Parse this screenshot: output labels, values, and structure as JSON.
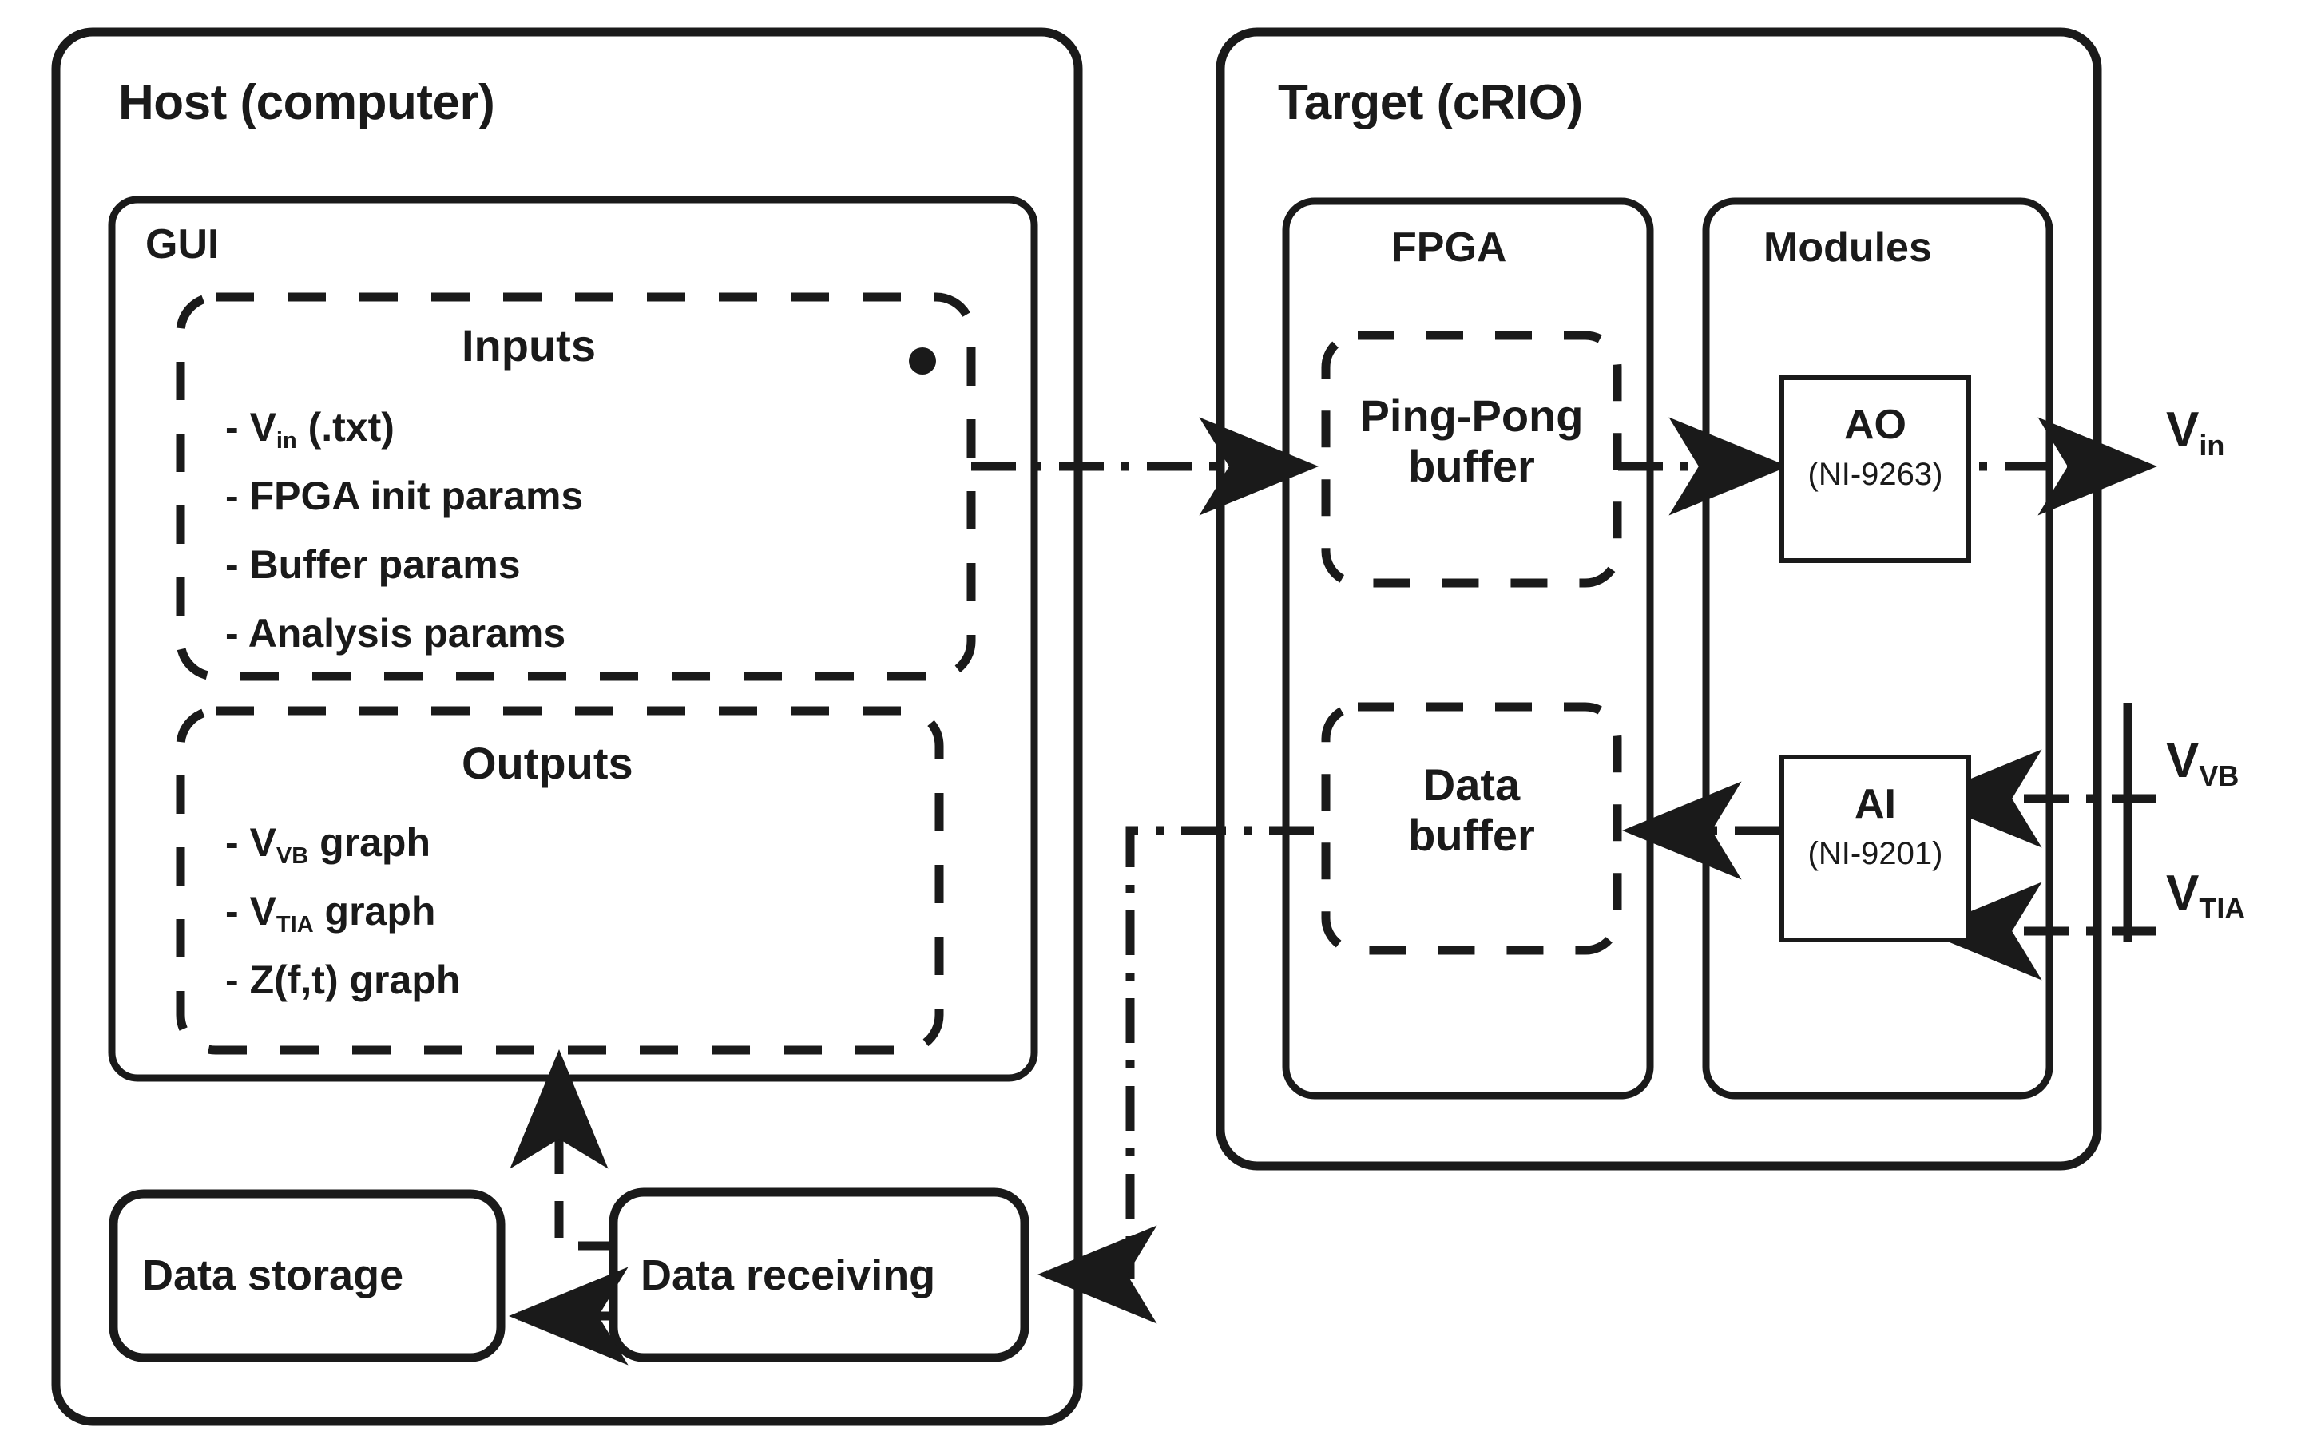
{
  "diagram": {
    "title": "Host-Target (cRIO) system architecture",
    "line_color": "#1a1a1a",
    "background": "#ffffff"
  },
  "host": {
    "title": "Host (computer)",
    "gui": {
      "title": "GUI",
      "inputs": {
        "title": "Inputs",
        "marker": "filled-dot",
        "items": [
          {
            "dash": "-",
            "main": "V",
            "sub": "in",
            "tail": " (.txt)"
          },
          {
            "dash": "-",
            "main": "FPGA init params",
            "sub": "",
            "tail": ""
          },
          {
            "dash": "-",
            "main": "Buffer params",
            "sub": "",
            "tail": ""
          },
          {
            "dash": "-",
            "main": "Analysis params",
            "sub": "",
            "tail": ""
          }
        ]
      },
      "outputs": {
        "title": "Outputs",
        "items": [
          {
            "dash": "-",
            "main": "V",
            "sub": "VB",
            "tail": " graph"
          },
          {
            "dash": "-",
            "main": "V",
            "sub": "TIA",
            "tail": " graph"
          },
          {
            "dash": "-",
            "main": "Z(f,t)",
            "sub": "",
            "tail": " graph"
          }
        ]
      }
    },
    "data_storage": {
      "label": "Data storage"
    },
    "data_receiving": {
      "label": "Data receiving"
    }
  },
  "target": {
    "title": "Target (cRIO)",
    "fpga": {
      "title": "FPGA",
      "buffers": [
        {
          "line1": "Ping-Pong",
          "line2": "buffer"
        },
        {
          "line1": "Data",
          "line2": "buffer"
        }
      ]
    },
    "modules": {
      "title": "Modules",
      "items": [
        {
          "name": "AO",
          "part": "(NI-9263)"
        },
        {
          "name": "AI",
          "part": "(NI-9201)"
        }
      ]
    }
  },
  "signals": [
    {
      "main": "V",
      "sub": "in",
      "direction": "out"
    },
    {
      "main": "V",
      "sub": "VB",
      "direction": "in"
    },
    {
      "main": "V",
      "sub": "TIA",
      "direction": "in"
    }
  ]
}
